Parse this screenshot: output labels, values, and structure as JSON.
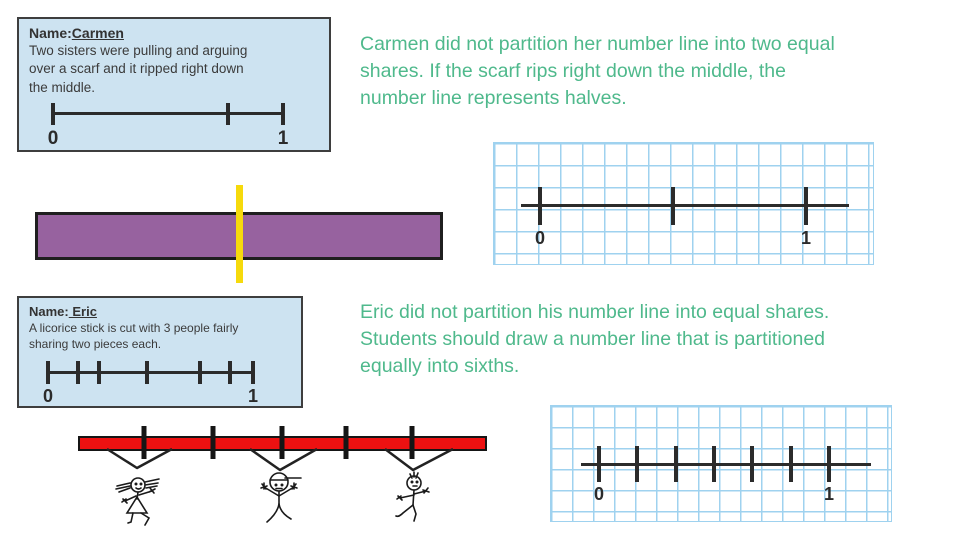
{
  "colors": {
    "feedback_green": "#4fb98c",
    "card_blue": "#cde3f1",
    "card_border": "#3e3e3e",
    "grid_blue": "#9fd2ef",
    "scarf_purple": "#97629f",
    "tear_yellow": "#f6da0c",
    "licorice_red": "#ed1111",
    "ink": "#2b2b2b",
    "page_background": "#ffffff"
  },
  "carmen": {
    "card": {
      "name_label": "Name:",
      "name_value": "Carmen",
      "body_text": "Two sisters were pulling and arguing\nover a scarf and it ripped right down\nthe middle.",
      "number_line": {
        "zero_label": "0",
        "one_label": "1",
        "tick_fractions": [
          0,
          0.76,
          1
        ]
      }
    },
    "feedback_text": "Carmen did not partition her number line into two equal\nshares.  If the scarf rips right down the middle, the\nnumber line represents halves.",
    "halves_number_line": {
      "zero_label": "0",
      "one_label": "1",
      "tick_fractions": [
        0,
        0.5,
        1
      ]
    }
  },
  "eric": {
    "card": {
      "name_label": "Name:",
      "name_value": " Eric",
      "body_text": "A licorice stick is cut with 3 people fairly\nsharing two pieces each.",
      "number_line": {
        "zero_label": "0",
        "one_label": "1",
        "tick_fractions": [
          0,
          0.146,
          0.249,
          0.483,
          0.741,
          0.888,
          1
        ]
      }
    },
    "feedback_text": "Eric did not partition his number line into equal shares.\nStudents should draw a number line that is partitioned\nequally into sixths.",
    "sixths_number_line": {
      "zero_label": "0",
      "one_label": "1",
      "tick_fractions": [
        0,
        0.1667,
        0.3333,
        0.5,
        0.6667,
        0.8333,
        1
      ]
    },
    "licorice": {
      "cut_tick_fractions": [
        0.159,
        0.328,
        0.499,
        0.658,
        0.819
      ],
      "figure_names": [
        "girl-stick-figure",
        "boy-stick-figure",
        "kid-stick-figure"
      ]
    }
  }
}
